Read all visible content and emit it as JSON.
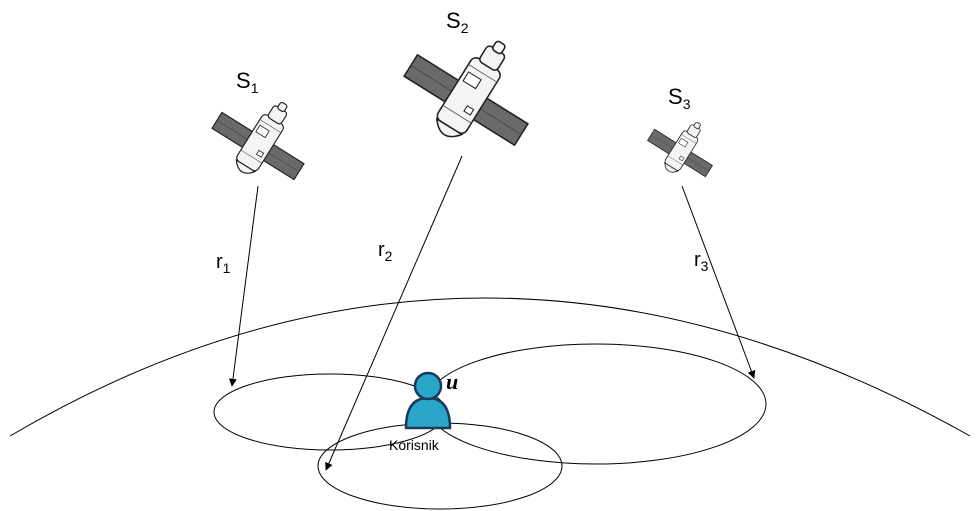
{
  "satellites": [
    {
      "name": "S",
      "sub": "1"
    },
    {
      "name": "S",
      "sub": "2"
    },
    {
      "name": "S",
      "sub": "3"
    }
  ],
  "ranges": [
    {
      "name": "r",
      "sub": "1"
    },
    {
      "name": "r",
      "sub": "2"
    },
    {
      "name": "r",
      "sub": "3"
    }
  ],
  "user": {
    "symbol": "u",
    "caption": "Korisnik"
  },
  "colors": {
    "user_fill": "#29a6c9",
    "user_stroke": "#1a3a5a",
    "panel": "#666666",
    "body": "#f2f2f2",
    "line": "#000000"
  }
}
